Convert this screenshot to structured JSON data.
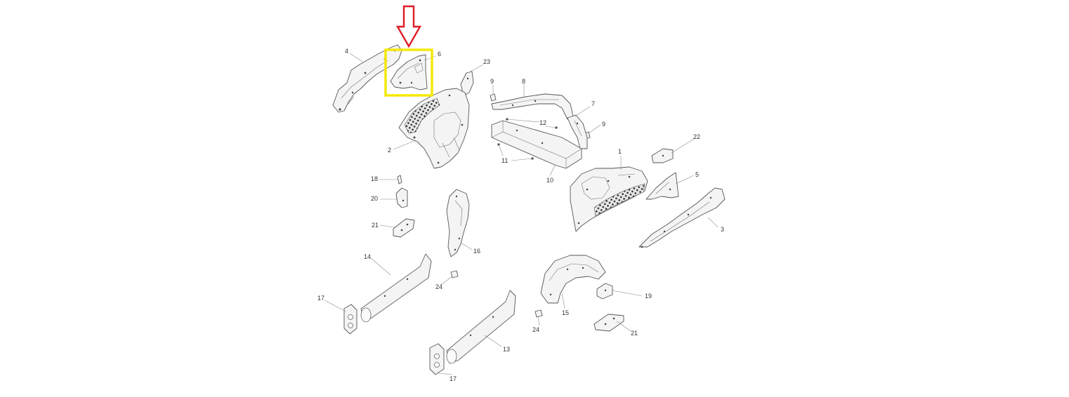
{
  "diagram": {
    "callouts": [
      "1",
      "2",
      "3",
      "4",
      "5",
      "6",
      "7",
      "8",
      "9",
      "9",
      "10",
      "11",
      "12",
      "13",
      "14",
      "15",
      "16",
      "17",
      "17",
      "18",
      "19",
      "20",
      "21",
      "21",
      "22",
      "23",
      "24",
      "24"
    ],
    "highlighted_part": "6",
    "colors": {
      "highlight_box": "#f5e80a",
      "arrow_outline": "#e01b24",
      "line_art": "#555555",
      "background": "#ffffff"
    },
    "icons": [
      "down-arrow-icon"
    ]
  }
}
